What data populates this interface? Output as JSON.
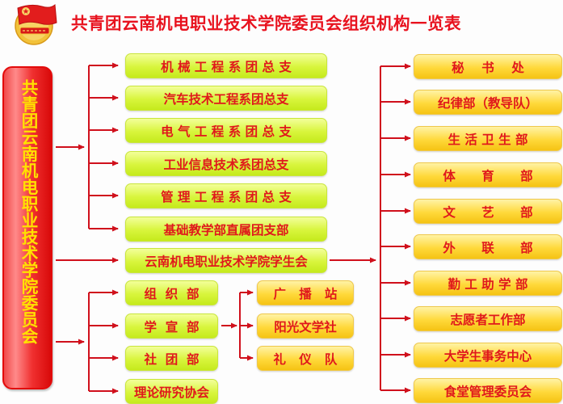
{
  "header": {
    "title": "共青团云南机电职业技术学院委员会组织机构一览表",
    "logo_icon": "communist-youth-league-emblem-icon"
  },
  "colors": {
    "title_red": "#e8121e",
    "root_red": "#e30b0b",
    "root_text_yellow": "#ffe100",
    "box_text_red": "#e0181c",
    "green_box": "#d8f53c",
    "orange_box": "#ffd93b",
    "connector_red": "#d0101c"
  },
  "root": {
    "label": "共青团云南机电职业技术学院委员会"
  },
  "branches": [
    {
      "label": "机 械 工 程 系 团 总 支"
    },
    {
      "label": "汽车技术工程系团总支"
    },
    {
      "label": "电 气 工 程 系 团 总 支"
    },
    {
      "label": "工业信息技术系团总支"
    },
    {
      "label": "管 理 工 程 系 团 总 支"
    },
    {
      "label": "基础教学部直属团支部"
    }
  ],
  "student_union": {
    "label": "云南机电职业技术学院学生会",
    "departments": [
      {
        "label": "秘    书    处"
      },
      {
        "label": "纪律部（教导队）"
      },
      {
        "label": "生 活 卫 生 部"
      },
      {
        "label": "体      育      部"
      },
      {
        "label": "文      艺      部"
      },
      {
        "label": "外      联      部"
      },
      {
        "label": "勤 工 助 学 部"
      },
      {
        "label": "志愿者工作部"
      },
      {
        "label": "大学生事务中心"
      },
      {
        "label": "食堂管理委员会"
      }
    ]
  },
  "committee_depts": [
    {
      "label": "组  织  部"
    },
    {
      "label": "学  宣  部"
    },
    {
      "label": "社  团  部"
    },
    {
      "label": "理论研究协会"
    }
  ],
  "propaganda_subunits": [
    {
      "label": "广   播   站"
    },
    {
      "label": "阳光文学社"
    },
    {
      "label": "礼   仪   队"
    }
  ]
}
